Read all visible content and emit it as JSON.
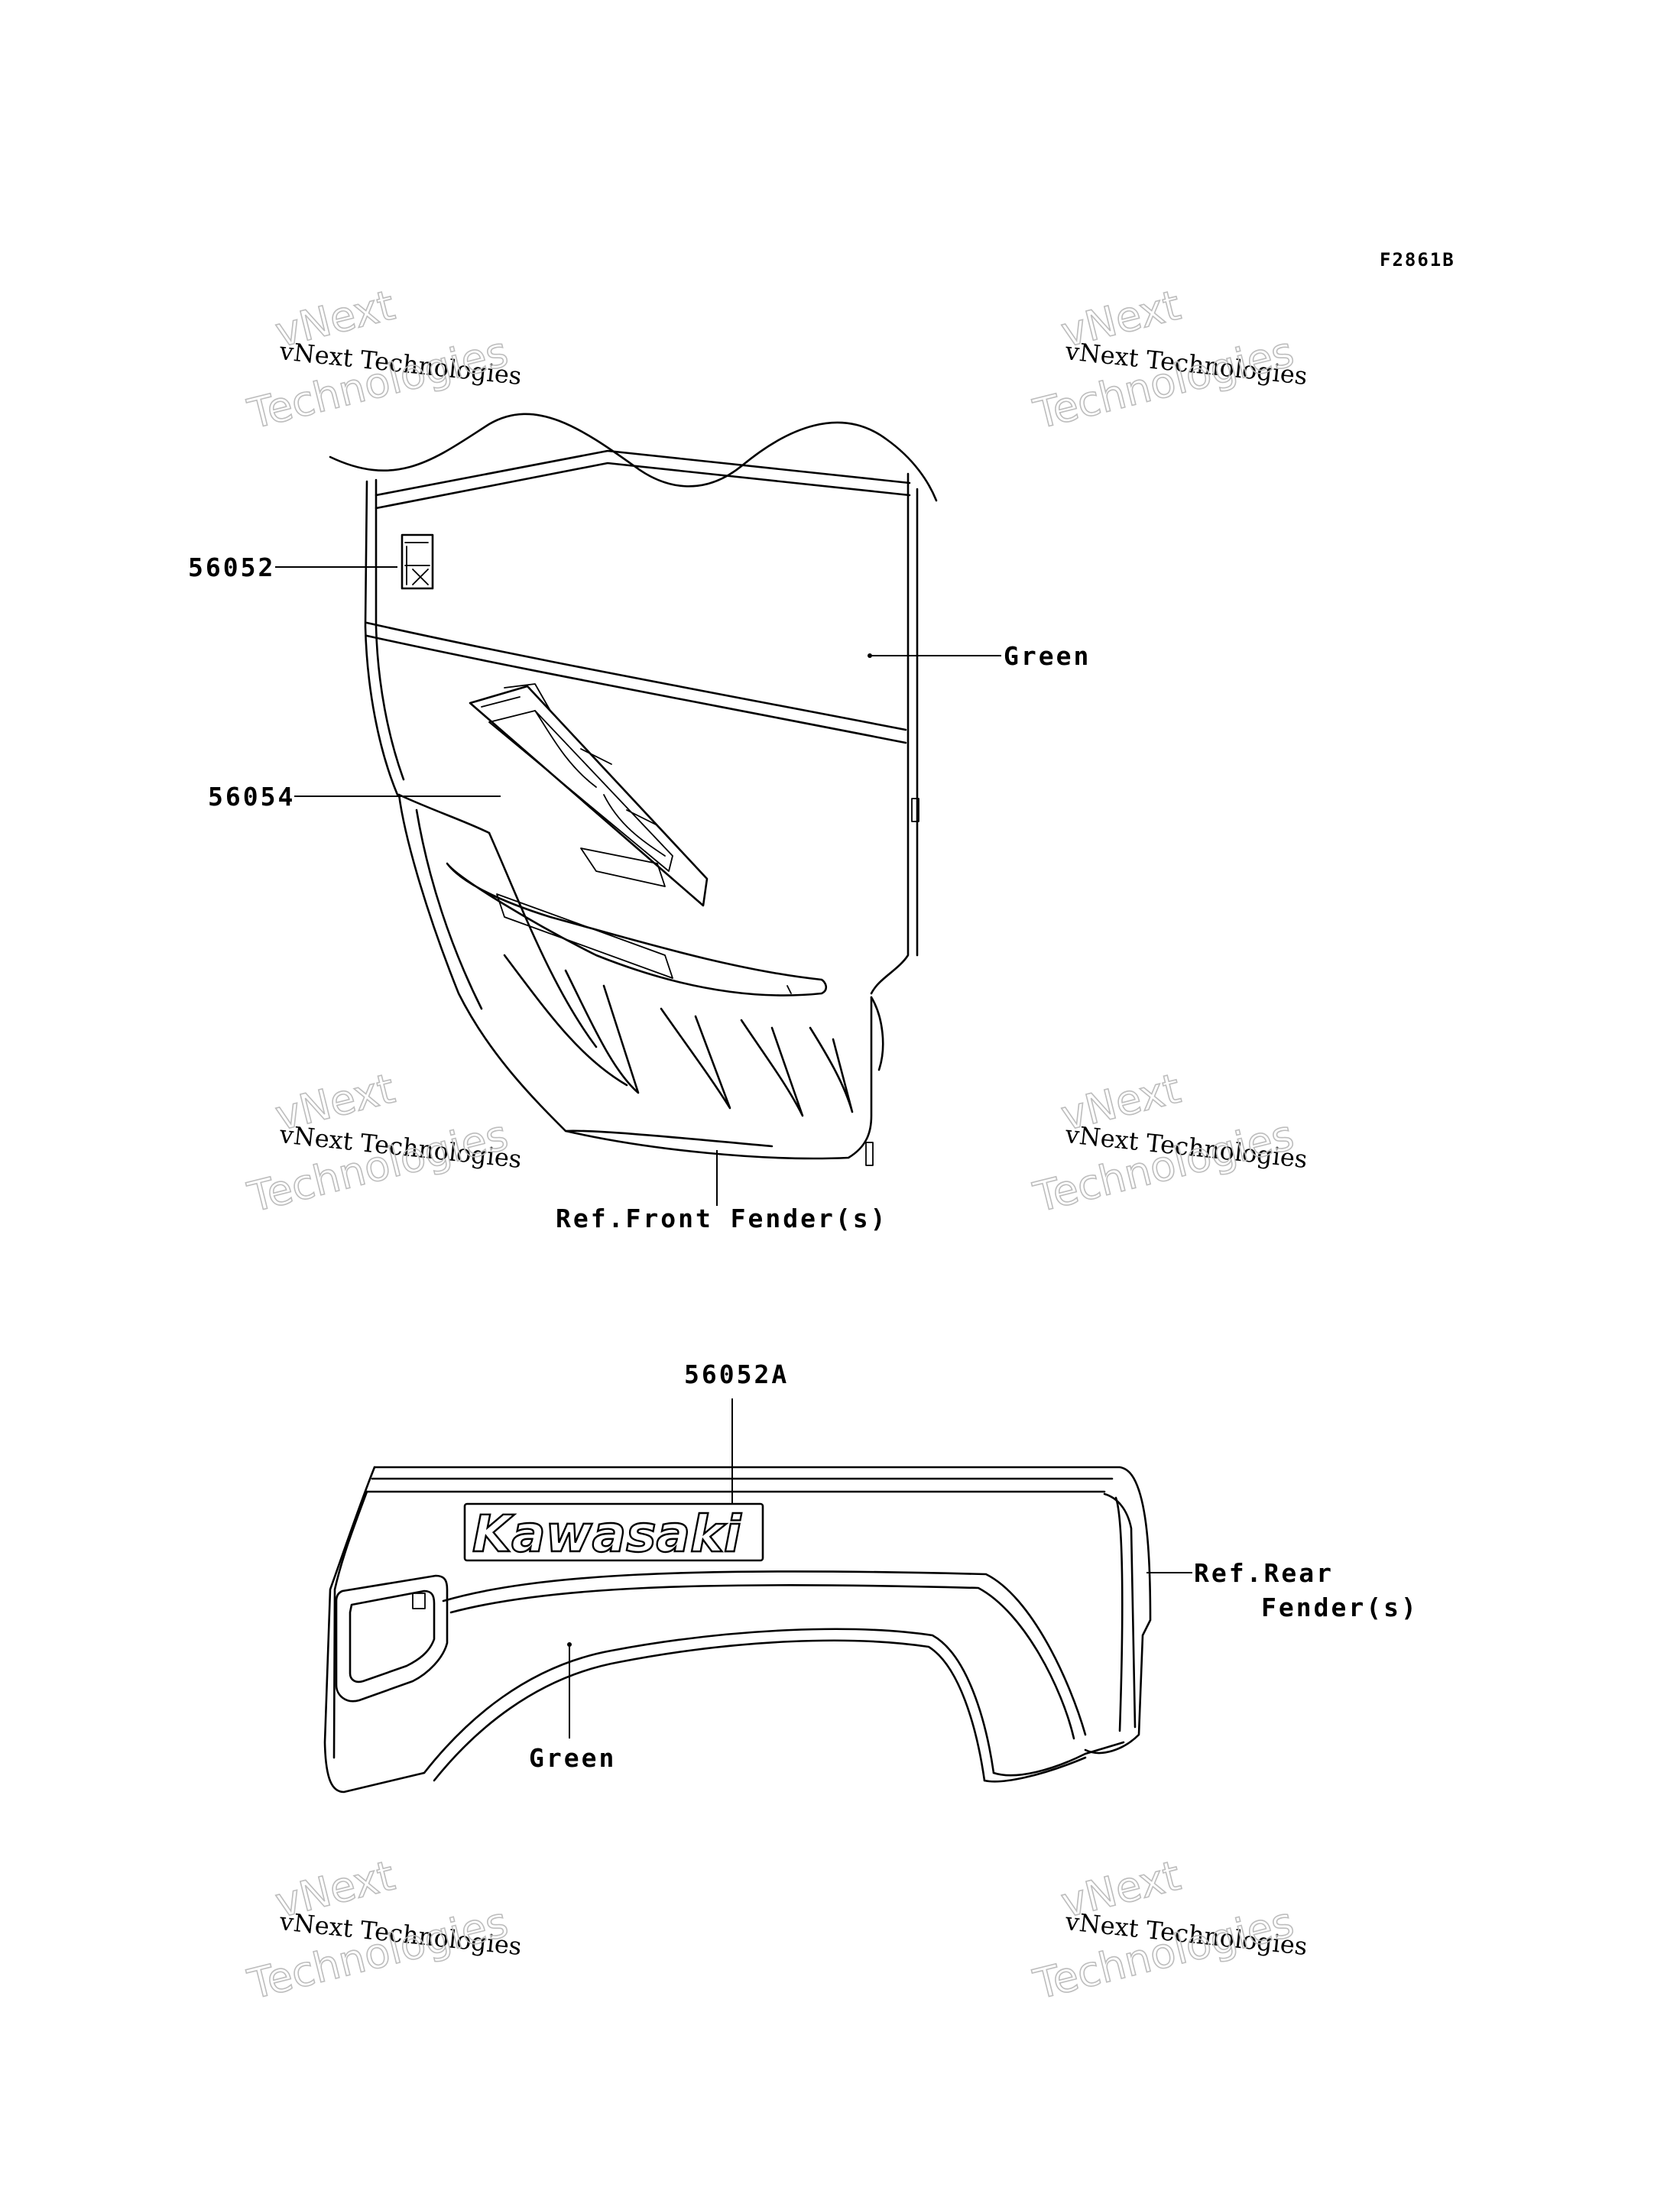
{
  "figure_id": "F2861B",
  "callouts": {
    "part_56052": "56052",
    "part_56054": "56054",
    "part_56052a": "56052A",
    "green_front": "Green",
    "green_rear": "Green",
    "ref_front": "Ref.Front Fender(s)",
    "ref_rear_line1": "Ref.Rear",
    "ref_rear_line2": "Fender(s)"
  },
  "logo": {
    "text": "Kawasaki"
  },
  "watermark": {
    "line_small": "vNext Technologies",
    "line_big_1": "vNext",
    "line_big_2": "Technologies"
  },
  "colors": {
    "ink": "#000000",
    "watermark_outline": "#bdbdbd"
  }
}
